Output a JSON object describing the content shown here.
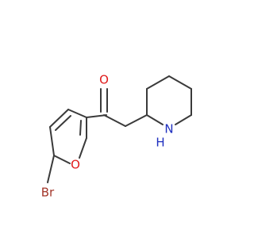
{
  "molecule": {
    "atoms": {
      "carbonyl_oxygen": "O",
      "furan_oxygen": "O",
      "bromine": "Br",
      "amine": "N",
      "amine_hydrogen": "H"
    },
    "colors": {
      "bond": "#3a3a3a",
      "oxygen": "#e01b1b",
      "bromine": "#a3372b",
      "nitrogen": "#1f2fbf",
      "background": "#ffffff"
    }
  }
}
